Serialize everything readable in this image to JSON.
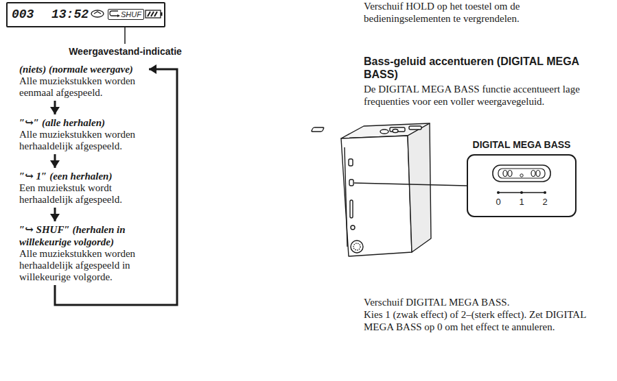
{
  "diagram": {
    "nodes": [
      {
        "text": [
          "003",
          "13:52",
          "SHUF"
        ]
      },
      {
        "text": [
          "(niets) (normale weergave)",
          "Alle muziekstukken worden eenmaal afgespeeld."
        ]
      },
      {
        "text": [
          "″↪″ (alle herhalen)",
          "Alle muziekstukken worden herhaaldelijk afgespeeld."
        ]
      },
      {
        "text": [
          "″↪ 1″ (een herhalen)",
          "Een muziekstuk wordt herhaaldelijk afgespeeld."
        ]
      },
      {
        "text": [
          "″↪ SHUF″ (herhalen in willekeurige volgorde)",
          "Alle muziekstukken worden herhaaldelijk afgespeeld in willekeurige volgorde."
        ]
      },
      {
        "text": [
          "DIGITAL MEGA BASS",
          "0",
          "1",
          "2"
        ]
      }
    ],
    "edges": [
      {
        "from": 1,
        "to": 2,
        "arrow": "to"
      },
      {
        "from": 2,
        "to": 3,
        "arrow": "to"
      },
      {
        "from": 3,
        "to": 4,
        "arrow": "to"
      },
      {
        "from": 4,
        "to": 1,
        "arrow": "to"
      }
    ],
    "labels": [
      "Weergavestand-indicatie",
      "Verschuif HOLD op het toestel om de bedieningselementen te vergrendelen.",
      "Bass-geluid accentueren (DIGITAL MEGA BASS)",
      "De DIGITAL MEGA BASS functie accentueert lage frequenties voor een voller weergavegeluid.",
      "Verschuif DIGITAL MEGA BASS.",
      "Kies 1 (zwak effect) of 2–(sterk effect). Zet DIGITAL MEGA BASS op 0 om het effect te annuleren."
    ]
  }
}
